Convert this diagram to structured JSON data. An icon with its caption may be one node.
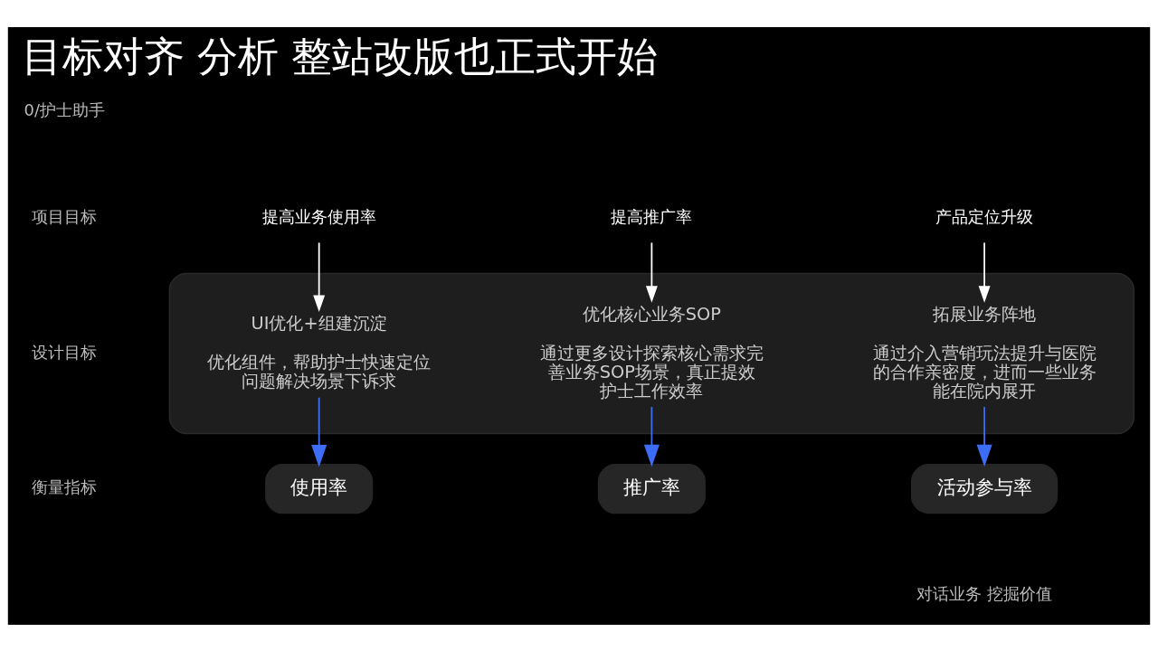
{
  "diagram": {
    "title": "目标对齐 分析 整站改版也正式开始",
    "nodes": [
      {
        "text": [
          "提高业务使用率"
        ]
      },
      {
        "text": [
          "提高推广率"
        ]
      },
      {
        "text": [
          "产品定位升级"
        ]
      },
      {
        "text": [],
        "shape": "box"
      },
      {
        "text": [
          "UI优化+组建沉淀",
          "优化组件，帮助护士快速定位问题解决场景下诉求"
        ],
        "in": 3
      },
      {
        "text": [
          "优化核心业务SOP",
          "通过更多设计探索核心需求完善业务SOP场景，真正提效护士工作效率"
        ],
        "in": 3
      },
      {
        "text": [
          "拓展业务阵地",
          "通过介入营销玩法提升与医院的合作亲密度，进而一些业务能在院内展开"
        ],
        "in": 3
      },
      {
        "text": [
          "使用率"
        ]
      },
      {
        "text": [
          "推广率"
        ]
      },
      {
        "text": [
          "活动参与率"
        ]
      }
    ],
    "edges": [
      {
        "from": 0,
        "to": 4,
        "arrow": "to"
      },
      {
        "from": 1,
        "to": 5,
        "arrow": "to"
      },
      {
        "from": 2,
        "to": 6,
        "arrow": "to"
      },
      {
        "from": 4,
        "to": 7,
        "arrow": "to",
        "color": "#3d6df5"
      },
      {
        "from": 5,
        "to": 8,
        "arrow": "to",
        "color": "#3d6df5"
      },
      {
        "from": 6,
        "to": 9,
        "arrow": "to",
        "color": "#3d6df5"
      }
    ],
    "labels": [
      "0/护士助手",
      "项目目标",
      "设计目标",
      "衡量指标",
      "对话业务 挖掘价值"
    ]
  }
}
